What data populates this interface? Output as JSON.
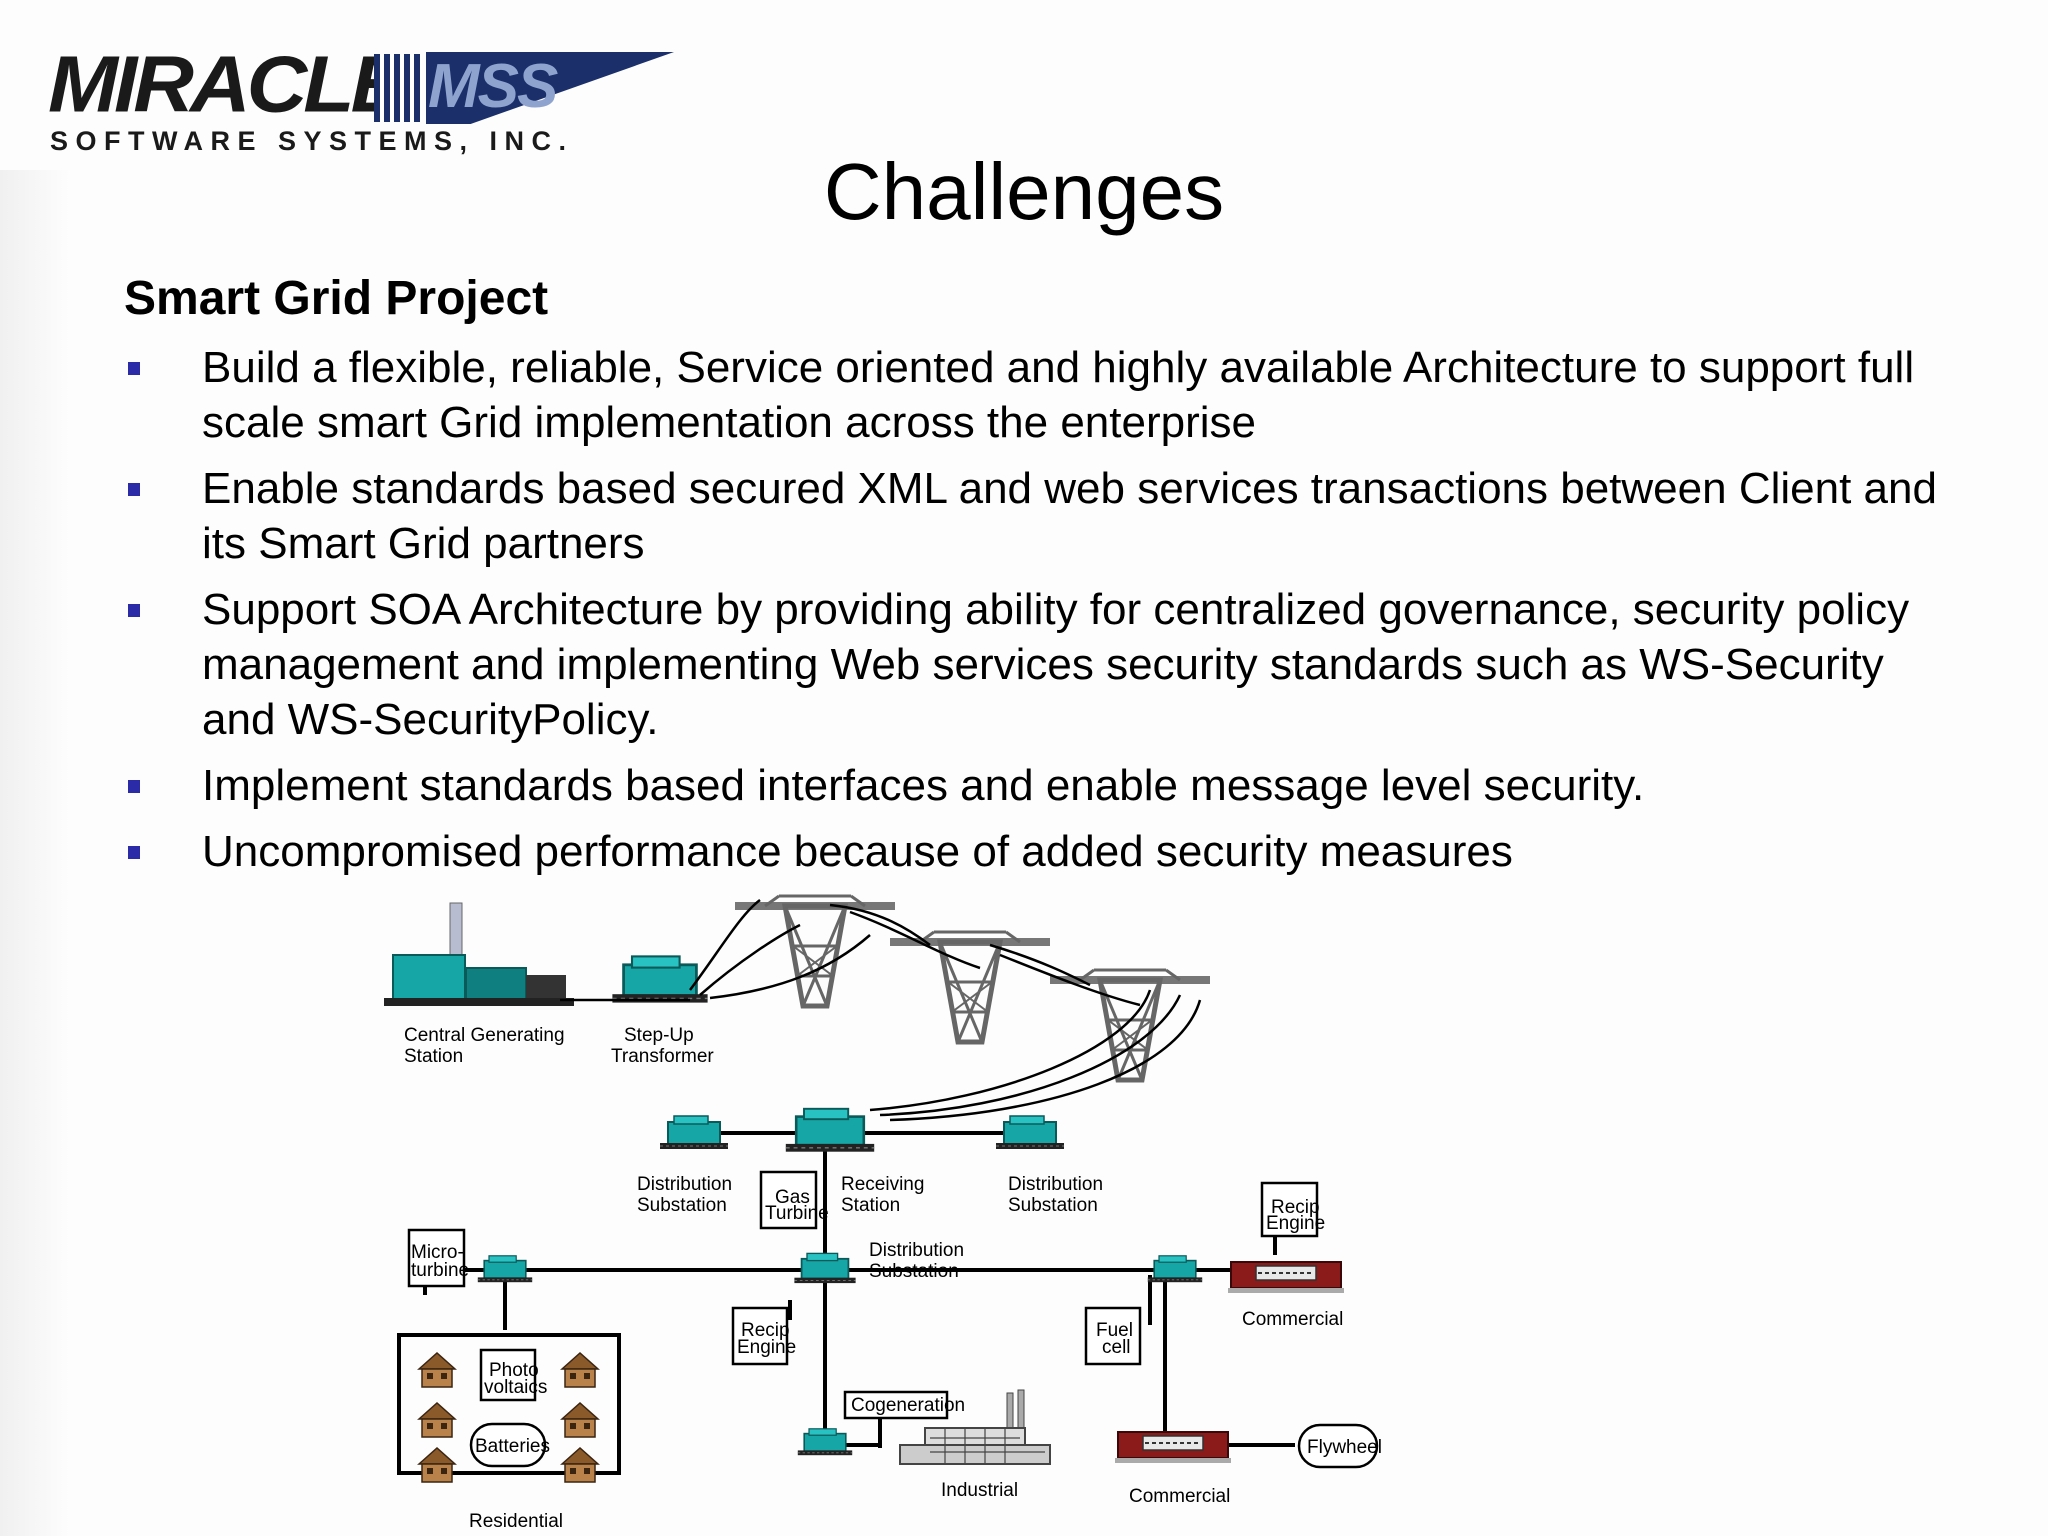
{
  "logo": {
    "wordmark": "MIRACLE",
    "badge": "MSS",
    "company": "SOFTWARE SYSTEMS, INC."
  },
  "title": "Challenges",
  "subtitle": "Smart Grid Project",
  "bullets": [
    "Build a flexible, reliable, Service oriented and highly available Architecture to support full scale smart Grid implementation across the enterprise",
    "Enable standards based secured XML and web services transactions between Client and its Smart Grid partners",
    "Support SOA Architecture by providing ability for centralized governance, security policy management and implementing Web services security standards such as WS-Security and WS-SecurityPolicy.",
    "Implement standards based interfaces and enable message level security.",
    "Uncompromised performance because of added security measures"
  ],
  "diagram": {
    "central_generating_station": [
      "Central Generating",
      "Station"
    ],
    "step_up_transformer": [
      "Step-Up",
      "Transformer"
    ],
    "distribution_substation_left": [
      "Distribution",
      "Substation"
    ],
    "gas_turbine": [
      "Gas",
      "Turbine"
    ],
    "receiving_station": [
      "Receiving",
      "Station"
    ],
    "distribution_substation_right": [
      "Distribution",
      "Substation"
    ],
    "distribution_substation_center": [
      "Distribution",
      "Substation"
    ],
    "micro_turbine": [
      "Micro-",
      "turbine"
    ],
    "recip_engine_top": [
      "Recip",
      "Engine"
    ],
    "recip_engine_center": [
      "Recip",
      "Engine"
    ],
    "fuel_cell": [
      "Fuel",
      "cell"
    ],
    "commercial_top": "Commercial",
    "photovoltaics": [
      "Photo",
      "voltaics"
    ],
    "batteries": "Batteries",
    "residential": "Residential",
    "cogeneration": "Cogeneration",
    "industrial": "Industrial",
    "commercial_bottom": "Commercial",
    "flywheel": "Flywheel"
  },
  "colors": {
    "bullet": "#2b2ba8",
    "equipment_teal": "#17a6a6",
    "logo_navy": "#1b2f6a",
    "commercial_red": "#8b1a1a"
  }
}
